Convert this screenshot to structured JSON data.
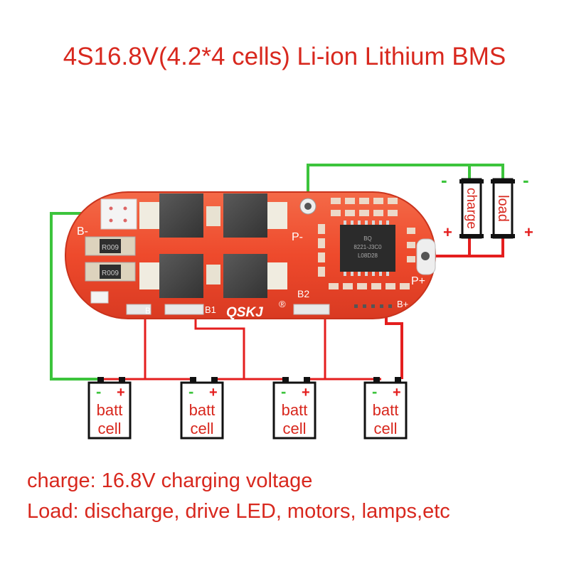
{
  "title": "4S16.8V(4.2*4 cells) Li-ion Lithium BMS",
  "board": {
    "pads": {
      "b_minus": "B-",
      "p_minus": "P-",
      "p_plus": "P+",
      "b1": "B1",
      "b2": "B2",
      "b_plus": "B+",
      "b": "B"
    },
    "logo": "QSKJ",
    "registered": "®",
    "resistor_code": "R009",
    "chip_text": [
      "BQ",
      "8221-J3C0",
      "L08D28"
    ]
  },
  "ports": {
    "charge_label": "charge",
    "load_label": "load",
    "minus_sign": "-",
    "plus_sign": "+"
  },
  "cells": [
    {
      "line1": "batt",
      "line2": "cell",
      "neg": "-",
      "pos": "+"
    },
    {
      "line1": "batt",
      "line2": "cell",
      "neg": "-",
      "pos": "+"
    },
    {
      "line1": "batt",
      "line2": "cell",
      "neg": "-",
      "pos": "+"
    },
    {
      "line1": "batt",
      "line2": "cell",
      "neg": "-",
      "pos": "+"
    }
  ],
  "notes": {
    "charge": "charge: 16.8V charging voltage",
    "load": "Load: discharge, drive LED, motors, lamps,etc"
  },
  "colors": {
    "text_red": "#d8281e",
    "wire_red": "#e41e1e",
    "wire_green": "#3cc43c",
    "pcb_red": "#ef4a2c"
  }
}
